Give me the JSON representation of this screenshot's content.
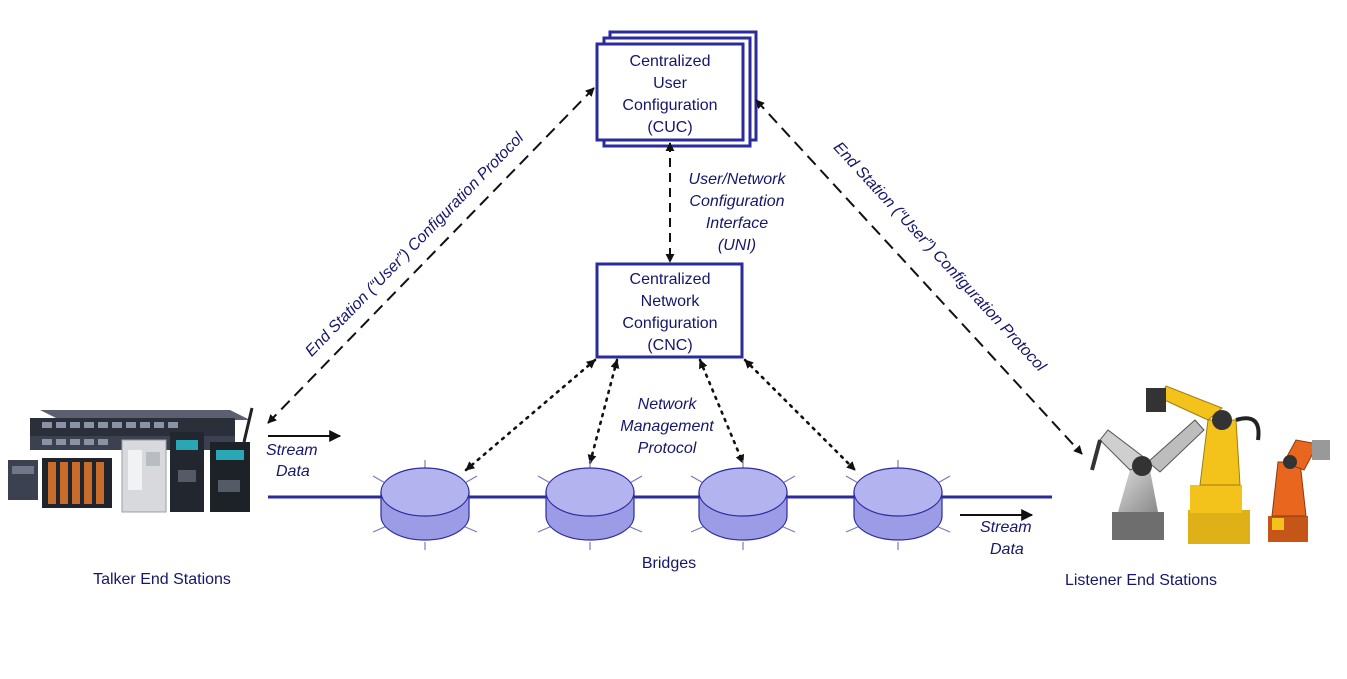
{
  "cuc": {
    "lines": [
      "Centralized",
      "User",
      "Configuration",
      "(CUC)"
    ]
  },
  "cnc": {
    "lines": [
      "Centralized",
      "Network",
      "Configuration",
      "(CNC)"
    ]
  },
  "uni_label": {
    "lines": [
      "User/Network",
      "Configuration",
      "Interface",
      "(UNI)"
    ]
  },
  "nmp_label": {
    "lines": [
      "Network",
      "Management",
      "Protocol"
    ]
  },
  "user_protocol_left": "End Station (“User”) Configuration Protocol",
  "user_protocol_right": "End Station (“User”) Configuration Protocol",
  "stream_left": [
    "Stream",
    "Data"
  ],
  "stream_right": [
    "Stream",
    "Data"
  ],
  "talker_label": "Talker End Stations",
  "listener_label": "Listener End Stations",
  "bridges_label": "Bridges",
  "colors": {
    "line": "#2b2b9e",
    "dark_text": "#16166b",
    "bridge_fill": "#9c9ce6",
    "bridge_top": "#b3b3f0",
    "robot_yellow": "#f3c21b",
    "robot_orange": "#e8661e"
  },
  "icons": {
    "talker_devices": "industrial-devices-icon",
    "listener_devices": "industrial-robots-icon",
    "bridge": "bridge-disk-icon"
  }
}
